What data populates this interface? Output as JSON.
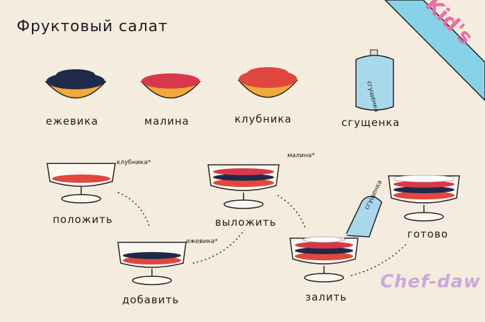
{
  "title": "Фруктовый салат",
  "badge": "Kid's",
  "signature": "Chef-daw",
  "ingredients": [
    {
      "label": "ежевика"
    },
    {
      "label": "малина"
    },
    {
      "label": "клубника"
    },
    {
      "label": "сгущенка"
    }
  ],
  "can_label": "сгущенка",
  "steps": [
    {
      "label": "положить",
      "annotation": "клубника*"
    },
    {
      "label": "добавить",
      "annotation": "ежевика*"
    },
    {
      "label": "выложить",
      "annotation": "малина*"
    },
    {
      "label": "залить",
      "annotation": "сгущенка"
    },
    {
      "label": "готово"
    }
  ],
  "colors": {
    "background": "#f4ecdf",
    "ribbon": "#86d3e8",
    "bowl": "#f2a93b",
    "blackberry": "#1f2a4a",
    "raspberry": "#d9384a",
    "strawberry": "#e0473f",
    "can": "#a9d8ec"
  }
}
